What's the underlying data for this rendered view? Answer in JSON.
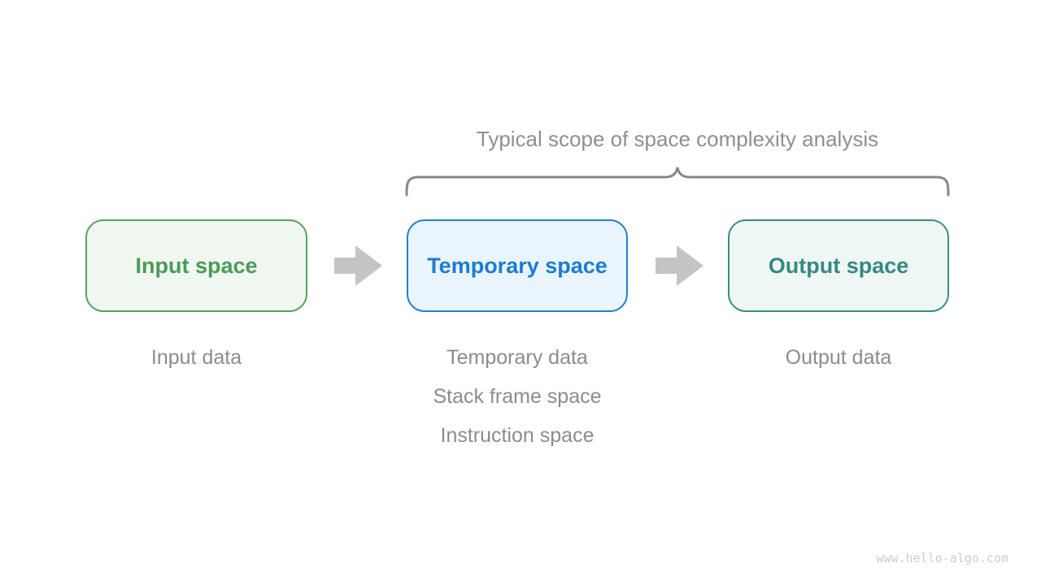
{
  "title": {
    "text": "Typical scope of space complexity analysis",
    "color": "#8f8f8f"
  },
  "brace": {
    "color": "#888888"
  },
  "arrows": {
    "color": "#c4c4c4"
  },
  "columns": [
    {
      "id": "input",
      "box_label": "Input space",
      "border_color": "#55a15e",
      "fill_color": "#f0f7f0",
      "text_color": "#4b9b58",
      "notes": [
        "Input data"
      ]
    },
    {
      "id": "temporary",
      "box_label": "Temporary space",
      "border_color": "#2080d0",
      "fill_color": "#eaf4fc",
      "text_color": "#1c7cd1",
      "notes": [
        "Temporary data",
        "Stack frame space",
        "Instruction space"
      ]
    },
    {
      "id": "output",
      "box_label": "Output space",
      "border_color": "#3a8c82",
      "fill_color": "#eef7f4",
      "text_color": "#37897f",
      "notes": [
        "Output data"
      ]
    }
  ],
  "notes_color": "#8c8c8c",
  "watermark": {
    "text": "www.hello-algo.com",
    "color": "#cccccc"
  }
}
